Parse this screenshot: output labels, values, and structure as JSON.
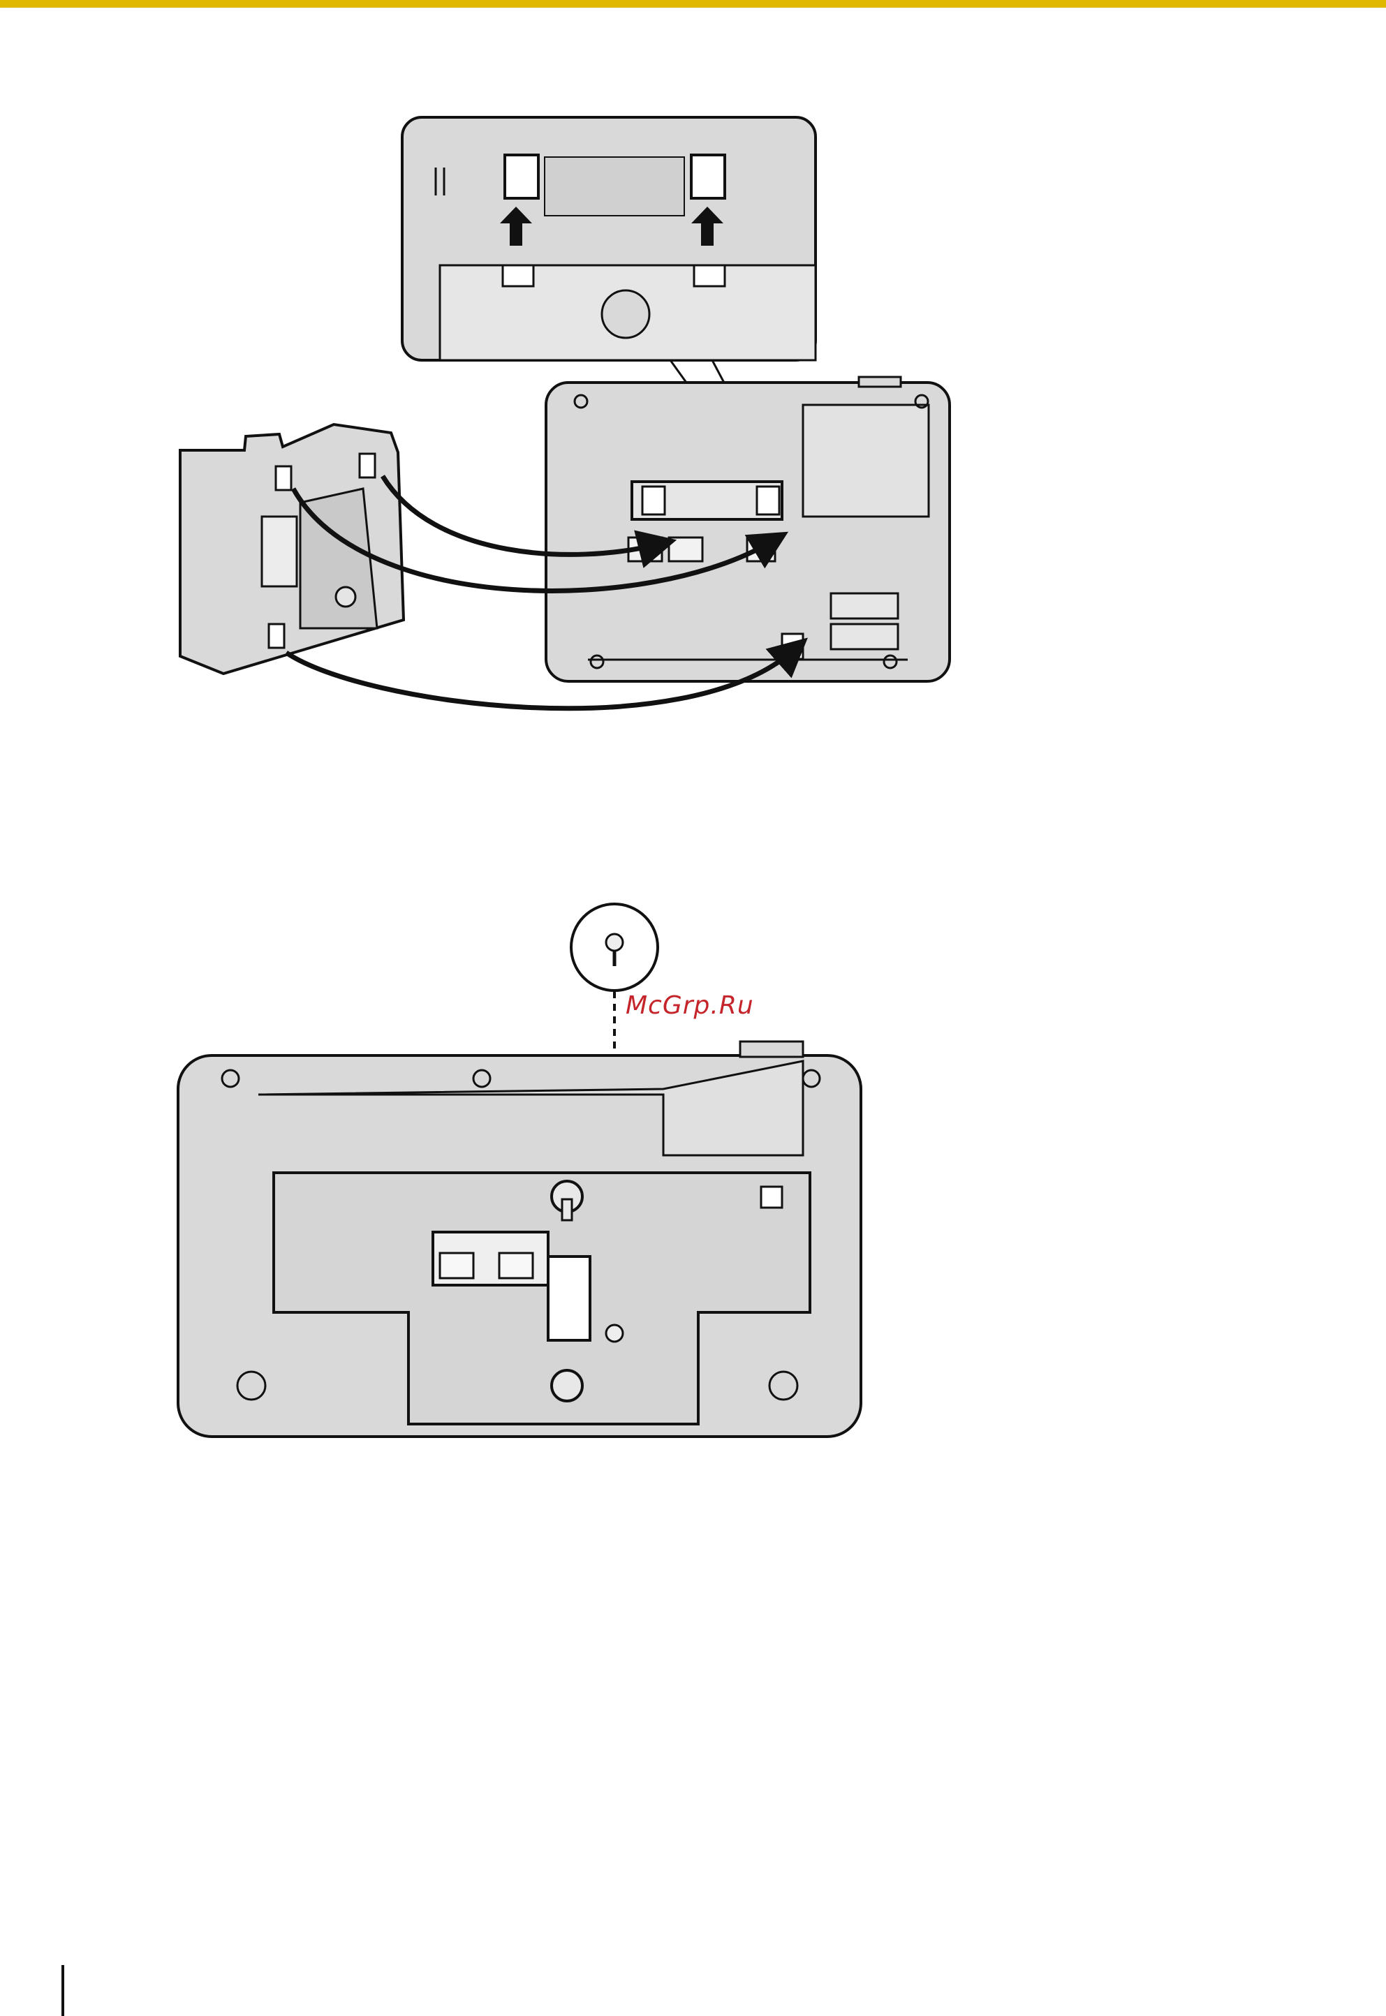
{
  "document": {
    "header_rule_color": "#e0b800",
    "figure_1": {
      "description_icon": "phone-stand-attachment-illustration"
    },
    "figure_2": {
      "description_icon": "wall-mount-screw-illustration"
    },
    "watermark": "McGrp.Ru",
    "colors": {
      "device_fill": "#d9d9d9",
      "outline": "#111111",
      "watermark": "#c4242a"
    }
  }
}
